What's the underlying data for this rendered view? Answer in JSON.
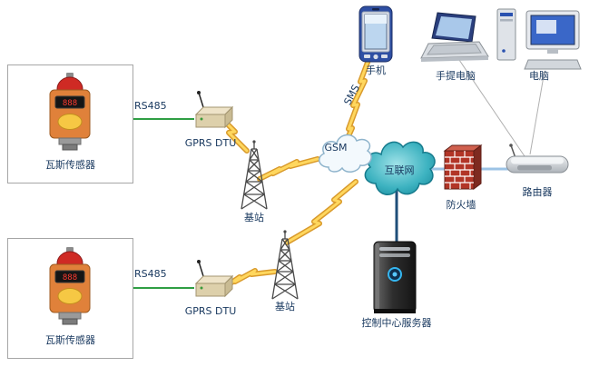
{
  "diagram": {
    "labels": {
      "sensor_1": "瓦斯传感器",
      "sensor_2": "瓦斯传感器",
      "rs485_1": "RS485",
      "rs485_2": "RS485",
      "dtu_1": "GPRS DTU",
      "dtu_2": "GPRS DTU",
      "station_1": "基站",
      "station_2": "基站",
      "gsm": "GSM",
      "sms": "SMS",
      "internet": "互联网",
      "phone": "手机",
      "laptop": "手提电脑",
      "desktop": "电脑",
      "firewall": "防火墙",
      "router": "路由器",
      "server": "控制中心服务器"
    },
    "sensor_display_value": "888",
    "icons": [
      "gas-sensor-icon",
      "gprs-dtu-icon",
      "base-station-tower-icon",
      "gsm-cloud-icon",
      "internet-cloud-icon",
      "pda-phone-icon",
      "laptop-icon",
      "desktop-computer-icon",
      "firewall-brick-wall-icon",
      "router-icon",
      "server-tower-icon",
      "lightning-bolt-icon"
    ],
    "colors": {
      "label_text": "#17375e",
      "rs485_line": "#2f9e44",
      "lightning": "#ffd75e",
      "lan_line": "#9cc3e5",
      "server_link_line": "#1f4e79",
      "internet_cloud": "#2aa4b4",
      "gsm_cloud_fill": "#f3f9fd",
      "firewall_brick": "#b23527"
    }
  }
}
